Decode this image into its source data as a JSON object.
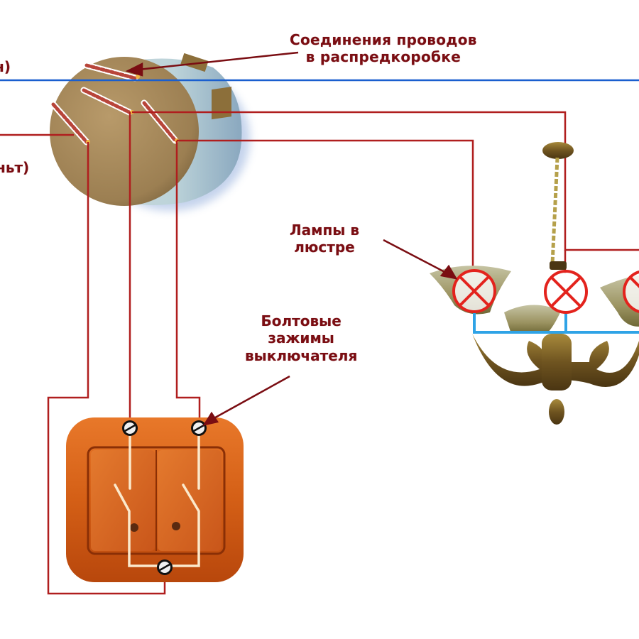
{
  "diagram": {
    "title": "Two-gang switch wiring to a chandelier via junction box",
    "colors": {
      "phase_wire": "#b01e1e",
      "neutral_wire": "#1a5fcf",
      "lamp_neutral_wire": "#2fa3e6",
      "label_text": "#7a0d12",
      "switch_body": "#d9641a",
      "lamp_symbol": "#e3231d",
      "junction_box": "#a88a5c"
    },
    "labels": {
      "junction": {
        "line1": "Соединения проводов",
        "line2": "в распредкоробке"
      },
      "lamps": {
        "line1": "Лампы в",
        "line2": "люстре"
      },
      "clamps": {
        "line1": "Болтовые",
        "line2": "зажимы",
        "line3": "выключателя"
      },
      "left_top_cut": "н)",
      "left_mid_cut": "ньт)"
    },
    "components": {
      "junction_box": {
        "name": "junction-box",
        "wire_connections": 4
      },
      "chandelier": {
        "name": "chandelier",
        "lamps_visible": 3
      },
      "switch": {
        "name": "two-gang-switch",
        "gangs": 2,
        "screw_terminals": 3
      }
    }
  }
}
